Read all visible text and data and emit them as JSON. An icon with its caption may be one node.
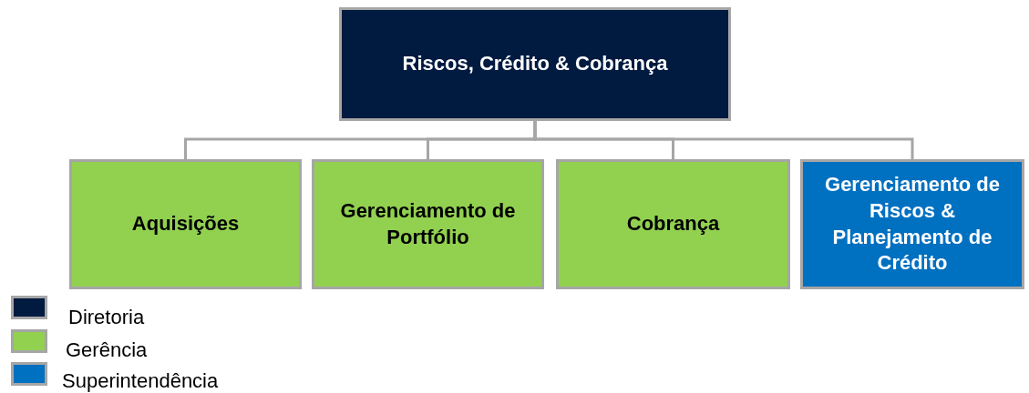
{
  "diagram": {
    "nodes": [
      {
        "text": [
          "Riscos, Crédito & Cobrança"
        ]
      },
      {
        "text": [
          "Aquisições"
        ]
      },
      {
        "text": [
          "Gerenciamento de Portfólio"
        ]
      },
      {
        "text": [
          "Cobrança"
        ]
      },
      {
        "text": [
          "Gerenciamento de Riscos & Planejamento de Crédito"
        ]
      }
    ],
    "edges": [
      {
        "from": 0,
        "to": 1,
        "arrow": "none"
      },
      {
        "from": 0,
        "to": 2,
        "arrow": "none"
      },
      {
        "from": 0,
        "to": 3,
        "arrow": "none"
      },
      {
        "from": 0,
        "to": 4,
        "arrow": "none"
      }
    ],
    "legend": [
      {
        "text": "Diretoria",
        "color": "#001a40"
      },
      {
        "text": "Gerência",
        "color": "#92d050"
      },
      {
        "text": "Superintendência",
        "color": "#0070c0"
      }
    ]
  }
}
